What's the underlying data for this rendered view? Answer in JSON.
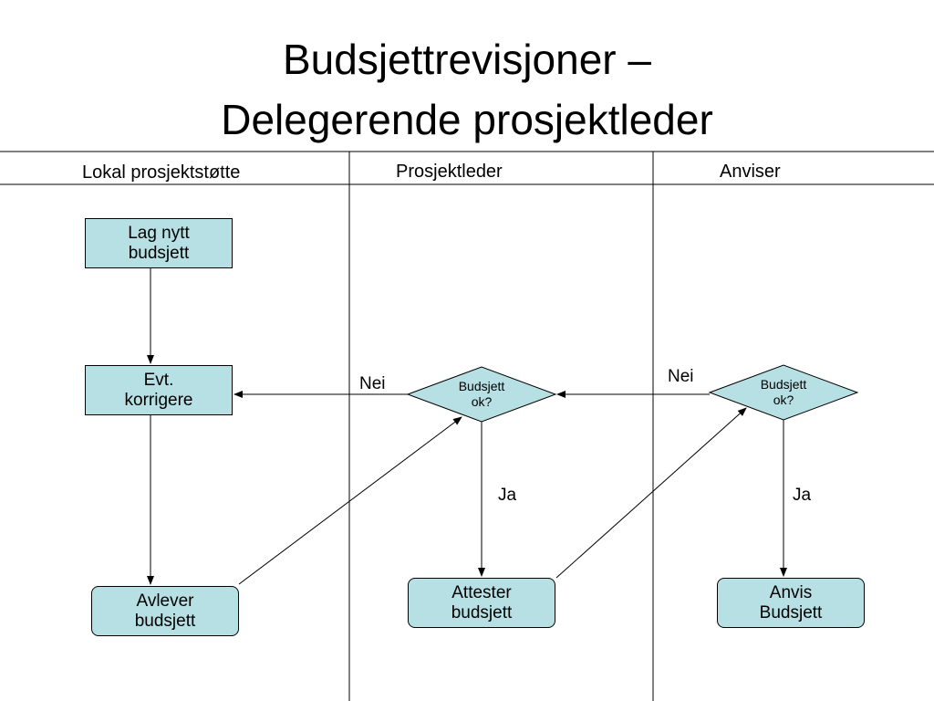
{
  "title": {
    "line1": "Budsjettrevisjoner –",
    "line2": "Delegerende prosjektleder"
  },
  "lanes": [
    {
      "label": "Lokal prosjektstøtte"
    },
    {
      "label": "Prosjektleder"
    },
    {
      "label": "Anviser"
    }
  ],
  "nodes": {
    "lag_nytt_budsjett": "Lag nytt\nbudsjett",
    "evt_korrigere": "Evt.\nkorrigere",
    "avlever_budsjett": "Avlever\nbudsjett",
    "pl_decision": "Budsjett\nok?",
    "attester_budsjett": "Attester\nbudsjett",
    "anviser_decision": "Budsjett\nok?",
    "anvis_budsjett": "Anvis\nBudsjett"
  },
  "edge_labels": {
    "pl_no": "Nei",
    "pl_yes": "Ja",
    "anviser_no": "Nei",
    "anviser_yes": "Ja"
  },
  "colors": {
    "node_fill": "#b7e0e4",
    "line": "#000000"
  }
}
